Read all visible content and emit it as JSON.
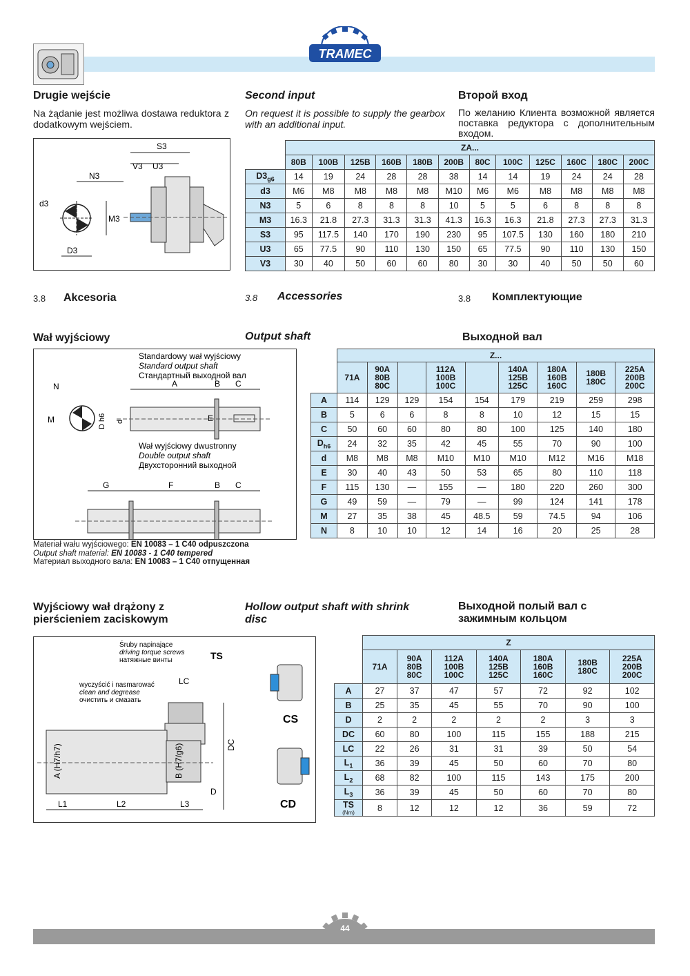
{
  "header": {
    "logo_text": "TRAMEC",
    "brand_color": "#1f4fa3",
    "accent": "#cfe8f6"
  },
  "second_input": {
    "pl_title": "Drugie wejście",
    "pl_text": "Na żądanie jest możliwa dostawa reduktora z dodatkowym wejściem.",
    "en_title": "Second input",
    "en_text": "On request it is possible to supply the gearbox with an additional input.",
    "ru_title": "Второй вход",
    "ru_text": "По желанию Клиента возможной является поставка редуктора с дополнительным входом.",
    "diagram_labels": {
      "s3": "S3",
      "v3": "V3",
      "u3": "U3",
      "n3": "N3",
      "d3": "d3",
      "m3": "M3",
      "dd3": "D3"
    },
    "table": {
      "group": "ZA...",
      "columns": [
        "80B",
        "100B",
        "125B",
        "160B",
        "180B",
        "200B",
        "80C",
        "100C",
        "125C",
        "160C",
        "180C",
        "200C"
      ],
      "rows": [
        {
          "label": "D3",
          "sub": "g6",
          "values": [
            "14",
            "19",
            "24",
            "28",
            "28",
            "38",
            "14",
            "14",
            "19",
            "24",
            "24",
            "28"
          ]
        },
        {
          "label": "d3",
          "values": [
            "M6",
            "M8",
            "M8",
            "M8",
            "M8",
            "M10",
            "M6",
            "M6",
            "M8",
            "M8",
            "M8",
            "M8"
          ]
        },
        {
          "label": "N3",
          "values": [
            "5",
            "6",
            "8",
            "8",
            "8",
            "10",
            "5",
            "5",
            "6",
            "8",
            "8",
            "8"
          ]
        },
        {
          "label": "M3",
          "values": [
            "16.3",
            "21.8",
            "27.3",
            "31.3",
            "31.3",
            "41.3",
            "16.3",
            "16.3",
            "21.8",
            "27.3",
            "27.3",
            "31.3"
          ]
        },
        {
          "label": "S3",
          "values": [
            "95",
            "117.5",
            "140",
            "170",
            "190",
            "230",
            "95",
            "107.5",
            "130",
            "160",
            "180",
            "210"
          ]
        },
        {
          "label": "U3",
          "values": [
            "65",
            "77.5",
            "90",
            "110",
            "130",
            "150",
            "65",
            "77.5",
            "90",
            "110",
            "130",
            "150"
          ]
        },
        {
          "label": "V3",
          "values": [
            "30",
            "40",
            "50",
            "60",
            "60",
            "80",
            "30",
            "30",
            "40",
            "50",
            "50",
            "60"
          ]
        }
      ]
    }
  },
  "accessories": {
    "num": "3.8",
    "pl": "Akcesoria",
    "en": "Accessories",
    "ru": "Комплектующие"
  },
  "output_shaft": {
    "pl_title": "Wał wyjściowy",
    "en_title": "Output shaft",
    "ru_title": "Выходной вал",
    "std_pl": "Standardowy wał wyjściowy",
    "std_en": "Standard output shaft",
    "std_ru": "Стандартный выходной вал",
    "dbl_pl": "Wał wyjściowy dwustronny",
    "dbl_en": "Double output shaft",
    "dbl_ru": "Двухсторонний выходной",
    "labels": {
      "A": "A",
      "B": "B",
      "C": "C",
      "N": "N",
      "M": "M",
      "Dh6": "D h6",
      "d": "d",
      "E": "E",
      "G": "G",
      "F": "F"
    },
    "material_pl_label": "Materiał wału wyjściowego: ",
    "material_pl_value": "EN 10083 – 1 C40 odpuszczona",
    "material_en_label": "Output shaft material: ",
    "material_en_value": "EN 10083 - 1 C40 tempered",
    "material_ru_label": "Материал выходного вала: ",
    "material_ru_value": "EN 10083 – 1 C40 отпущенная",
    "table": {
      "group": "Z...",
      "columns": [
        "71A",
        "90A\n80B\n80C",
        "",
        "112A\n100B\n100C",
        "",
        "140A\n125B\n125C",
        "180A\n160B\n160C",
        "180B\n180C",
        "225A\n200B\n200C"
      ],
      "rows": [
        {
          "label": "A",
          "values": [
            "114",
            "129",
            "129",
            "154",
            "154",
            "179",
            "219",
            "259",
            "298"
          ]
        },
        {
          "label": "B",
          "values": [
            "5",
            "6",
            "6",
            "8",
            "8",
            "10",
            "12",
            "15",
            "15"
          ]
        },
        {
          "label": "C",
          "values": [
            "50",
            "60",
            "60",
            "80",
            "80",
            "100",
            "125",
            "140",
            "180"
          ]
        },
        {
          "label": "D",
          "sub": "h6",
          "values": [
            "24",
            "32",
            "35",
            "42",
            "45",
            "55",
            "70",
            "90",
            "100"
          ]
        },
        {
          "label": "d",
          "values": [
            "M8",
            "M8",
            "M8",
            "M10",
            "M10",
            "M10",
            "M12",
            "M16",
            "M18"
          ]
        },
        {
          "label": "E",
          "values": [
            "30",
            "40",
            "43",
            "50",
            "53",
            "65",
            "80",
            "110",
            "118"
          ]
        },
        {
          "label": "F",
          "values": [
            "115",
            "130",
            "—",
            "155",
            "—",
            "180",
            "220",
            "260",
            "300"
          ]
        },
        {
          "label": "G",
          "values": [
            "49",
            "59",
            "—",
            "79",
            "—",
            "99",
            "124",
            "141",
            "178"
          ]
        },
        {
          "label": "M",
          "values": [
            "27",
            "35",
            "38",
            "45",
            "48.5",
            "59",
            "74.5",
            "94",
            "106"
          ]
        },
        {
          "label": "N",
          "values": [
            "8",
            "10",
            "10",
            "12",
            "14",
            "16",
            "20",
            "25",
            "28"
          ]
        }
      ]
    }
  },
  "hollow_shaft": {
    "pl_title": "Wyjściowy wał drążony z pierścieniem zaciskowym",
    "en_title": "Hollow output shaft with shrink disc",
    "ru_title": "Выходной полый вал с зажимным кольцом",
    "screws_pl": "Śruby napinające",
    "screws_en": "driving torque screws",
    "screws_ru": "натяжные винты",
    "clean_pl": "wyczyścić i nasmarować",
    "clean_en": "clean and degrease",
    "clean_ru": "очистить и смазать",
    "labels": {
      "TS": "TS",
      "LC": "LC",
      "DC": "DC",
      "A": "A (H7/h7)",
      "B": "B (H7/g6)",
      "D": "D",
      "L1": "L1",
      "L2": "L2",
      "L3": "L3",
      "CS": "CS",
      "CD": "CD"
    },
    "table": {
      "group": "Z",
      "columns": [
        "71A",
        "90A\n80B\n80C",
        "112A\n100B\n100C",
        "140A\n125B\n125C",
        "180A\n160B\n160C",
        "180B\n180C",
        "225A\n200B\n200C"
      ],
      "rows": [
        {
          "label": "A",
          "values": [
            "27",
            "37",
            "47",
            "57",
            "72",
            "92",
            "102"
          ]
        },
        {
          "label": "B",
          "values": [
            "25",
            "35",
            "45",
            "55",
            "70",
            "90",
            "100"
          ]
        },
        {
          "label": "D",
          "values": [
            "2",
            "2",
            "2",
            "2",
            "2",
            "3",
            "3"
          ]
        },
        {
          "label": "DC",
          "values": [
            "60",
            "80",
            "100",
            "115",
            "155",
            "188",
            "215"
          ]
        },
        {
          "label": "LC",
          "values": [
            "22",
            "26",
            "31",
            "31",
            "39",
            "50",
            "54"
          ]
        },
        {
          "label": "L",
          "sub": "1",
          "values": [
            "36",
            "39",
            "45",
            "50",
            "60",
            "70",
            "80"
          ]
        },
        {
          "label": "L",
          "sub": "2",
          "values": [
            "68",
            "82",
            "100",
            "115",
            "143",
            "175",
            "200"
          ]
        },
        {
          "label": "L",
          "sub": "3",
          "values": [
            "36",
            "39",
            "45",
            "50",
            "60",
            "70",
            "80"
          ]
        },
        {
          "label": "TS",
          "sub2": "(Nm)",
          "values": [
            "8",
            "12",
            "12",
            "12",
            "36",
            "59",
            "72"
          ]
        }
      ]
    }
  },
  "footer": {
    "page": "44"
  }
}
